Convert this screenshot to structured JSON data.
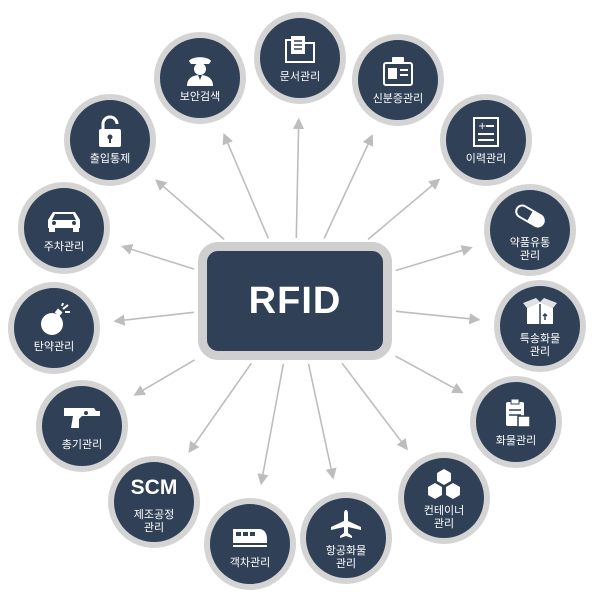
{
  "center": {
    "label": "RFID"
  },
  "nodes": [
    {
      "id": "document",
      "label": "문서관리",
      "icon": "document-folder-icon"
    },
    {
      "id": "id-card",
      "label": "신분증관리",
      "icon": "id-badge-icon"
    },
    {
      "id": "resume",
      "label": "이력관리",
      "icon": "record-sheet-icon"
    },
    {
      "id": "pharma",
      "label": "약품유통\n관리",
      "icon": "capsule-icon"
    },
    {
      "id": "special-cargo",
      "label": "특송화물\n관리",
      "icon": "open-box-icon"
    },
    {
      "id": "cargo",
      "label": "화물관리",
      "icon": "clipboard-box-icon"
    },
    {
      "id": "container",
      "label": "컨테이너\n관리",
      "icon": "stacked-boxes-icon"
    },
    {
      "id": "air-cargo",
      "label": "항공화물\n관리",
      "icon": "airplane-icon"
    },
    {
      "id": "passenger",
      "label": "객차관리",
      "icon": "train-icon"
    },
    {
      "id": "scm",
      "label": "제조공정\n관리",
      "icon": "scm-text",
      "icon_text": "SCM"
    },
    {
      "id": "firearm",
      "label": "총기관리",
      "icon": "pistol-icon"
    },
    {
      "id": "explosive",
      "label": "탄약관리",
      "icon": "bomb-icon"
    },
    {
      "id": "parking",
      "label": "주차관리",
      "icon": "car-icon"
    },
    {
      "id": "access",
      "label": "출입통제",
      "icon": "padlock-icon"
    },
    {
      "id": "security",
      "label": "보안검색",
      "icon": "guard-icon"
    }
  ],
  "colors": {
    "node_fill": "#2f4057",
    "node_ring": "#d4d4d4",
    "arrow": "#bdbdbd",
    "text": "#ffffff"
  }
}
